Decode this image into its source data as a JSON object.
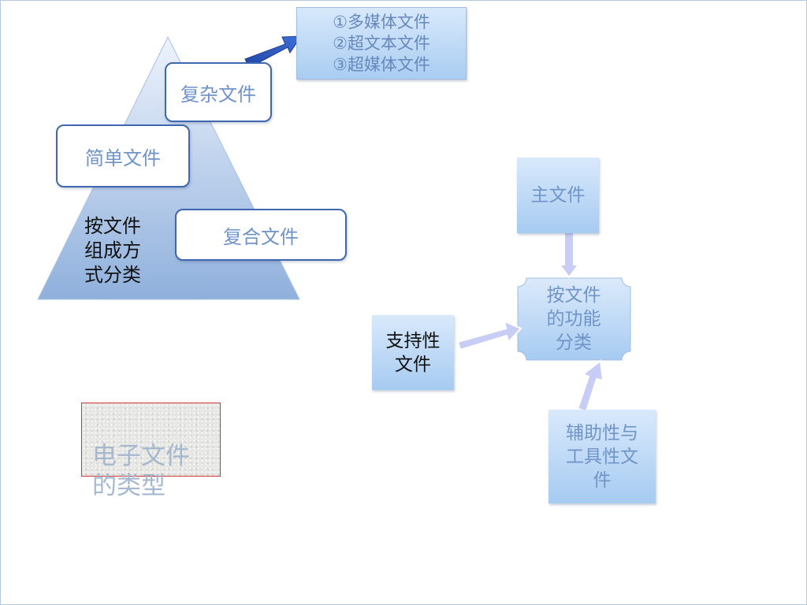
{
  "colors": {
    "pyramid_top": "#edf3fc",
    "pyramid_bottom": "#8fb0dc",
    "box_border": "#3f67b0",
    "box_text": "#6f93c8",
    "arrow_dark": "#2d55b8",
    "arrow_light": "#c7cdf5",
    "title_border": "#cc3a3a"
  },
  "pyramid": {
    "label": "按文件\n组成方\n式分类",
    "items": {
      "complex": "复杂文件",
      "simple": "简单文件",
      "compound": "复合文件"
    }
  },
  "complex_types": [
    "①多媒体文件",
    "②超文本文件",
    "③超媒体文件"
  ],
  "function_diagram": {
    "center": "按文件\n的功能\n分类",
    "main": "主文件",
    "supporting": "支持性\n文件",
    "auxiliary": "辅助性与\n工具性文\n件"
  },
  "title": "电子文件\n的类型"
}
